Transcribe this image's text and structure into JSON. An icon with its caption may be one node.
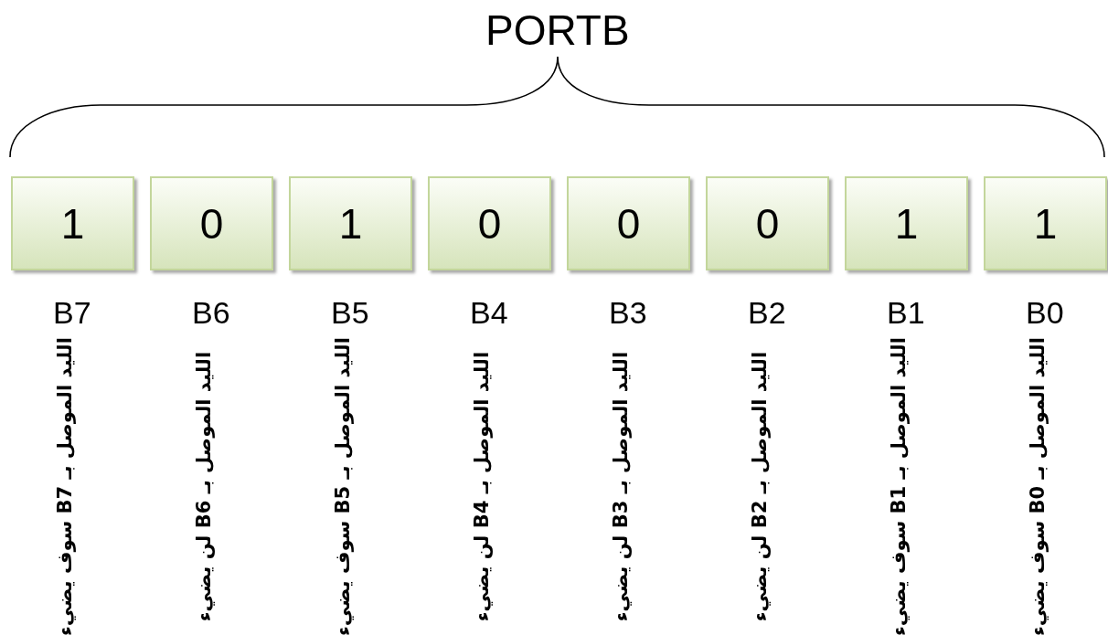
{
  "diagram": {
    "title": "PORTB",
    "nodes": [
      {
        "text": [
          "1"
        ],
        "beside": [
          "B7",
          "الليد الموصل بـ B7 سوف يضيء"
        ]
      },
      {
        "text": [
          "0"
        ],
        "beside": [
          "B6",
          "الليد الموصل بـ B6 لن يضيء"
        ]
      },
      {
        "text": [
          "1"
        ],
        "beside": [
          "B5",
          "الليد الموصل بـ B5 سوف يضيء"
        ]
      },
      {
        "text": [
          "0"
        ],
        "beside": [
          "B4",
          "الليد الموصل بـ B4 لن يضيء"
        ]
      },
      {
        "text": [
          "0"
        ],
        "beside": [
          "B3",
          "الليد الموصل بـ B3 لن يضيء"
        ]
      },
      {
        "text": [
          "0"
        ],
        "beside": [
          "B2",
          "الليد الموصل بـ B2 لن يضيء"
        ]
      },
      {
        "text": [
          "1"
        ],
        "beside": [
          "B1",
          "الليد الموصل بـ B1 سوف يضيء"
        ]
      },
      {
        "text": [
          "1"
        ],
        "beside": [
          "B0",
          "الليد الموصل بـ B0 سوف يضيء"
        ]
      }
    ]
  }
}
